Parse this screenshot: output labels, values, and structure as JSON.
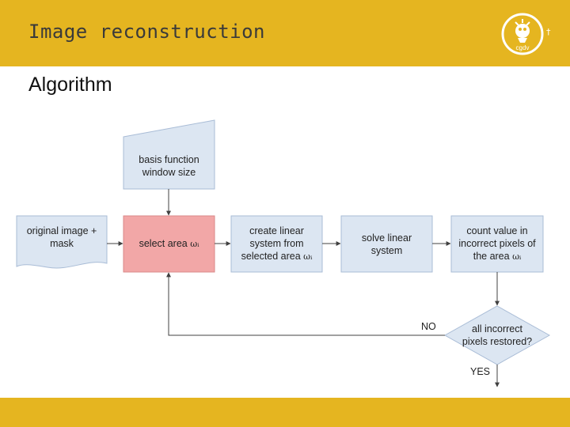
{
  "slide": {
    "title": "Image reconstruction",
    "subtitle": "Algorithm",
    "logo_text": "cgdv",
    "logo_mark": "†"
  },
  "nodes": {
    "basis": "basis function\nwindow size",
    "original": "original image +\nmask",
    "select_prefix": "select area ",
    "create": "create linear\nsystem from\nselected area ",
    "solve": "solve linear\nsystem",
    "count": "count value in\nincorrect pixels of\nthe area ",
    "decision": "all incorrect\npixels restored?",
    "omega_sym": "ωᵢ"
  },
  "labels": {
    "no": "NO",
    "yes": "YES"
  },
  "colors": {
    "header": "#e5b520",
    "box_fill": "#dce6f2",
    "box_stroke": "#a9bcd6",
    "highlight_fill": "#f2a7a7",
    "highlight_stroke": "#d98a8a",
    "arrow": "#404040"
  }
}
